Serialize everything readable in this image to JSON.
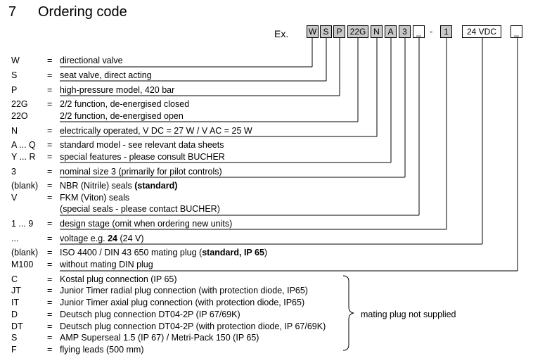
{
  "heading": {
    "number": "7",
    "title": "Ordering code"
  },
  "example": {
    "label": "Ex.",
    "boxes": [
      {
        "text": "W",
        "style": "grey"
      },
      {
        "text": "S",
        "style": "grey"
      },
      {
        "text": "P",
        "style": "grey"
      },
      {
        "text": "22G",
        "style": "grey"
      },
      {
        "text": "N",
        "style": "grey"
      },
      {
        "text": "A",
        "style": "grey"
      },
      {
        "text": "3",
        "style": "grey"
      },
      {
        "text": "_",
        "style": "white"
      },
      {
        "text": "1",
        "style": "grey"
      },
      {
        "text": "24 VDC",
        "style": "white"
      },
      {
        "text": "_",
        "style": "white"
      }
    ],
    "separator": "-"
  },
  "equals": "=",
  "rows": [
    {
      "code": "W",
      "desc": "directional valve"
    },
    {
      "code": "S",
      "desc": "seat valve, direct acting"
    },
    {
      "code": "P",
      "desc": "high-pressure model, 420 bar"
    },
    {
      "code": "22G",
      "desc": "2/2 function, de-energised closed"
    },
    {
      "code": "22O",
      "desc": "2/2 function, de-energised  open"
    },
    {
      "code": "N",
      "desc": "electrically operated, V DC = 27  W  /  V AC = 25  W"
    },
    {
      "code": "A ... Q",
      "desc": "standard model - see relevant data sheets"
    },
    {
      "code": "Y ... R",
      "desc": "special features - please consult BUCHER"
    },
    {
      "code": "3",
      "desc": "nominal size 3 (primarily for pilot controls)"
    },
    {
      "code": "(blank)",
      "desc": "NBR (Nitrile) seals  ",
      "desc_bold": "(standard)"
    },
    {
      "code": "V",
      "desc": "FKM (Viton) seals"
    },
    {
      "code": "",
      "desc": "(special seals - please contact BUCHER)"
    },
    {
      "code": "1 ... 9",
      "desc": "design stage (omit when ordering new units)"
    },
    {
      "code": "...",
      "desc": "voltage e.g. ",
      "desc_bold": "24",
      "desc_after": " (24 V)"
    },
    {
      "code": "(blank)",
      "desc": "ISO 4400 / DIN 43 650 mating plug (",
      "desc_bold": "standard, IP 65",
      "desc_after": ")"
    },
    {
      "code": "M100",
      "desc": "without mating DIN plug"
    },
    {
      "code": "C",
      "desc": "Kostal plug connection (IP 65)"
    },
    {
      "code": "JT",
      "desc": "Junior Timer radial plug connection (with protection diode, IP65)"
    },
    {
      "code": "IT",
      "desc": "Junior Timer axial plug connection (with protection diode, IP65)"
    },
    {
      "code": "D",
      "desc": "Deutsch plug connection DT04-2P (IP 67/69K)"
    },
    {
      "code": "DT",
      "desc": "Deutsch plug connection DT04-2P (with protection diode, IP 67/69K)"
    },
    {
      "code": "S",
      "desc": "AMP Superseal 1.5 (IP 67) / Metri-Pack 150 (IP 65)"
    },
    {
      "code": "F",
      "desc": "flying leads (500 mm)"
    }
  ],
  "brace_note": "mating plug not supplied"
}
